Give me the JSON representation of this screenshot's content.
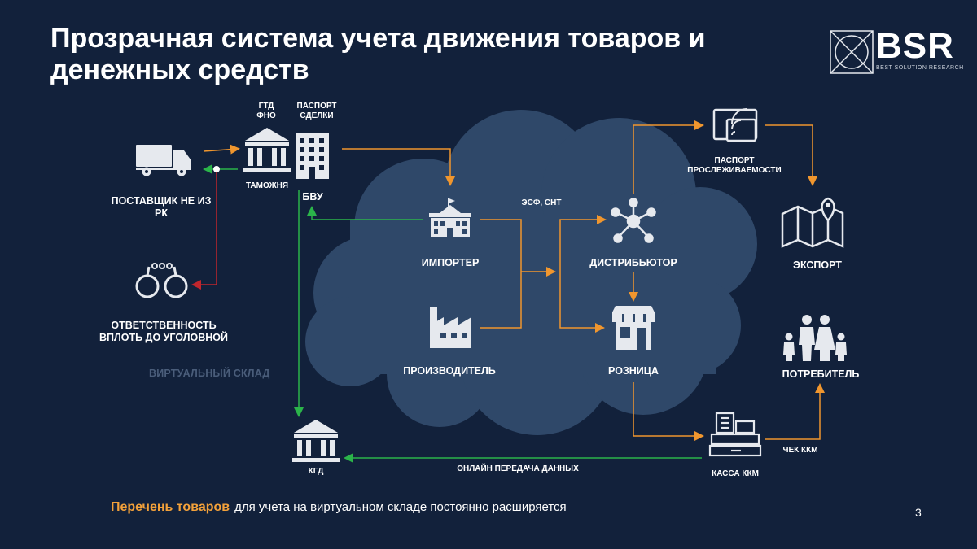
{
  "title_line1": "Прозрачная система учета движения товаров и",
  "title_line2": "денежных средств",
  "logo": {
    "text": "BSR",
    "subtitle": "BEST SOLUTION RESEARCH"
  },
  "labels": {
    "gtd": "ГТД",
    "fno": "ФНО",
    "passport_deal_1": "ПАСПОРТ",
    "passport_deal_2": "СДЕЛКИ",
    "customs": "ТАМОЖНЯ",
    "bvu": "БВУ",
    "supplier": "ПОСТАВЩИК НЕ ИЗ РК",
    "liability": "ОТВЕТСТВЕННОСТЬ ВПЛОТЬ ДО УГОЛОВНОЙ",
    "virtual_warehouse": "ВИРТУАЛЬНЫЙ СКЛАД",
    "esf": "ЭСФ, СНТ",
    "importer": "ИМПОРТЕР",
    "distributor": "ДИСТРИБЬЮТОР",
    "producer": "ПРОИЗВОДИТЕЛЬ",
    "retail": "РОЗНИЦА",
    "trace_passport_1": "ПАСПОРТ",
    "trace_passport_2": "ПРОСЛЕЖИВАЕМОСТИ",
    "export": "ЭКСПОРТ",
    "consumer": "ПОТРЕБИТЕЛЬ",
    "receipt": "ЧЕК ККМ",
    "kgd": "КГД",
    "online": "ОНЛАЙН ПЕРЕДАЧА ДАННЫХ",
    "cash_register": "КАССА ККМ"
  },
  "footer": {
    "highlight": "Перечень товаров",
    "rest": "для учета на виртуальном складе постоянно расширяется"
  },
  "page_number": "3",
  "colors": {
    "background": "#12213b",
    "cloud": "#2f4869",
    "orange_arrow": "#f0962e",
    "green_arrow": "#2bb44a",
    "red_arrow": "#c0262d",
    "highlight": "#f3a13a"
  },
  "icons": [
    "truck-icon",
    "customs-bank-icon",
    "office-building-icon",
    "handcuffs-icon",
    "importer-building-icon",
    "factory-icon",
    "distribution-network-icon",
    "store-icon",
    "tablet-wifi-icon",
    "map-pin-icon",
    "family-icon",
    "cash-register-icon",
    "kgd-bank-icon"
  ]
}
